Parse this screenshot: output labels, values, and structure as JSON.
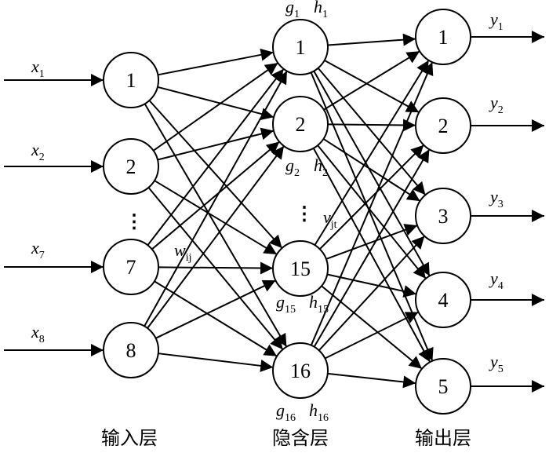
{
  "diagram": {
    "layers": {
      "input": {
        "label": "输入层",
        "nodes": [
          {
            "id": "1",
            "signal": {
              "symbol": "x",
              "index": "1"
            }
          },
          {
            "id": "2",
            "signal": {
              "symbol": "x",
              "index": "2"
            }
          },
          {
            "id": "7",
            "signal": {
              "symbol": "x",
              "index": "7"
            }
          },
          {
            "id": "8",
            "signal": {
              "symbol": "x",
              "index": "8"
            }
          }
        ]
      },
      "hidden": {
        "label": "隐含层",
        "nodes": [
          {
            "id": "1",
            "g": {
              "symbol": "g",
              "index": "1"
            },
            "h": {
              "symbol": "h",
              "index": "1"
            }
          },
          {
            "id": "2",
            "g": {
              "symbol": "g",
              "index": "2"
            },
            "h": {
              "symbol": "h",
              "index": "2"
            }
          },
          {
            "id": "15",
            "g": {
              "symbol": "g",
              "index": "15"
            },
            "h": {
              "symbol": "h",
              "index": "15"
            }
          },
          {
            "id": "16",
            "g": {
              "symbol": "g",
              "index": "16"
            },
            "h": {
              "symbol": "h",
              "index": "16"
            }
          }
        ]
      },
      "output": {
        "label": "输出层",
        "nodes": [
          {
            "id": "1",
            "signal": {
              "symbol": "y",
              "index": "1"
            }
          },
          {
            "id": "2",
            "signal": {
              "symbol": "y",
              "index": "2"
            }
          },
          {
            "id": "3",
            "signal": {
              "symbol": "y",
              "index": "3"
            }
          },
          {
            "id": "4",
            "signal": {
              "symbol": "y",
              "index": "4"
            }
          },
          {
            "id": "5",
            "signal": {
              "symbol": "y",
              "index": "5"
            }
          }
        ]
      }
    },
    "weights": {
      "input_hidden": {
        "symbol": "w",
        "index": "ij"
      },
      "hidden_output": {
        "symbol": "v",
        "index": "jt"
      }
    },
    "ellipsis": "⋮",
    "connectivity": "fully-connected",
    "colors": {
      "stroke": "#000000",
      "background": "#ffffff"
    }
  }
}
